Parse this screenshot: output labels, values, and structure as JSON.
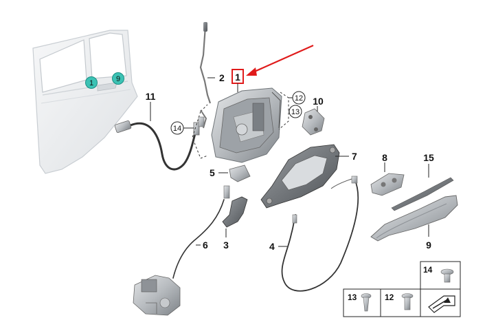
{
  "parts": {
    "p1": "1",
    "p2": "2",
    "p3": "3",
    "p4": "4",
    "p5": "5",
    "p6": "6",
    "p7": "7",
    "p8": "8",
    "p9": "9",
    "p10": "10",
    "p11": "11",
    "p12": "12",
    "p13": "13",
    "p14": "14",
    "p15": "15"
  },
  "door_markers": {
    "m1": "1",
    "m9": "9"
  },
  "legend": {
    "screw14": "14",
    "screw13": "13",
    "screw12": "12"
  },
  "colors": {
    "highlight": "#e01b1b",
    "marker_fill": "#3cc2b4",
    "part_fill": "#b9bdc1"
  }
}
